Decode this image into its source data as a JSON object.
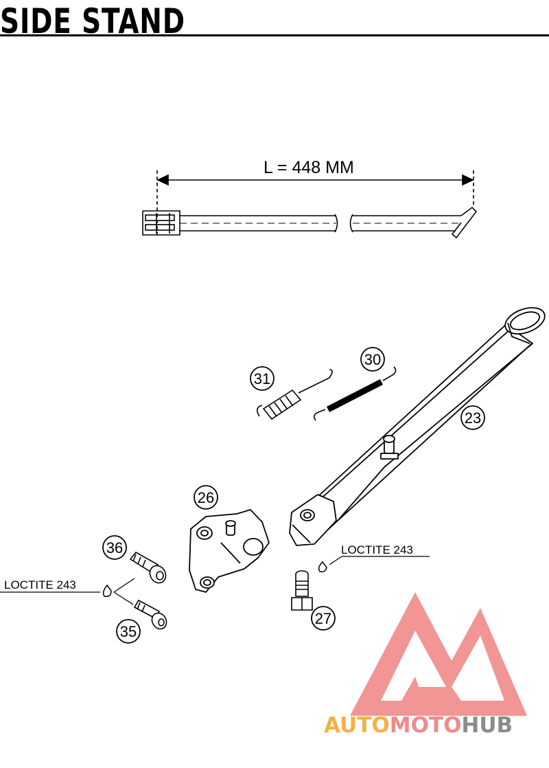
{
  "title": "SIDE STAND",
  "dimension_label": "L = 448 MM",
  "parts": {
    "stand": "23",
    "pivot_bracket": "26",
    "pivot_bolt": "27",
    "spring_large": "30",
    "spring_small": "31",
    "bolt_upper": "36",
    "bolt_lower": "35"
  },
  "notes": {
    "loctite_left": "LOCTITE 243",
    "loctite_right": "LOCTITE 243"
  },
  "watermark": {
    "part1": "AUTO",
    "part2": "MOTO",
    "part3": "HUB",
    "colors": {
      "orange": "#f6b044",
      "red": "#f08a8a",
      "gray": "#8c8c8c"
    }
  }
}
